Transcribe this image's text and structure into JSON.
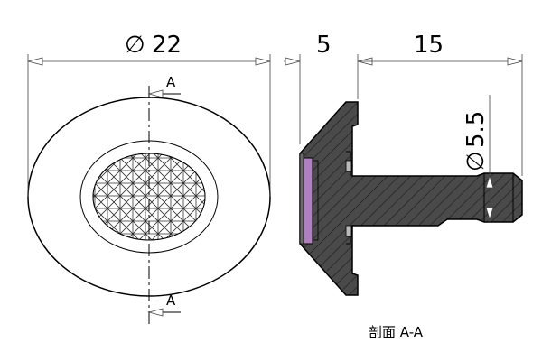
{
  "dimensions": {
    "outer_diameter": "22",
    "flange_thickness": "5",
    "shaft_length": "15",
    "shaft_diameter": "5.5",
    "diameter_symbol": "∅"
  },
  "section_marker": "A",
  "section_title": "剖面 A-A",
  "colors": {
    "section_fill": "#4a4a4a",
    "insert_fill": "#b07fc0",
    "line": "#000000",
    "dimension_line": "#444444"
  }
}
